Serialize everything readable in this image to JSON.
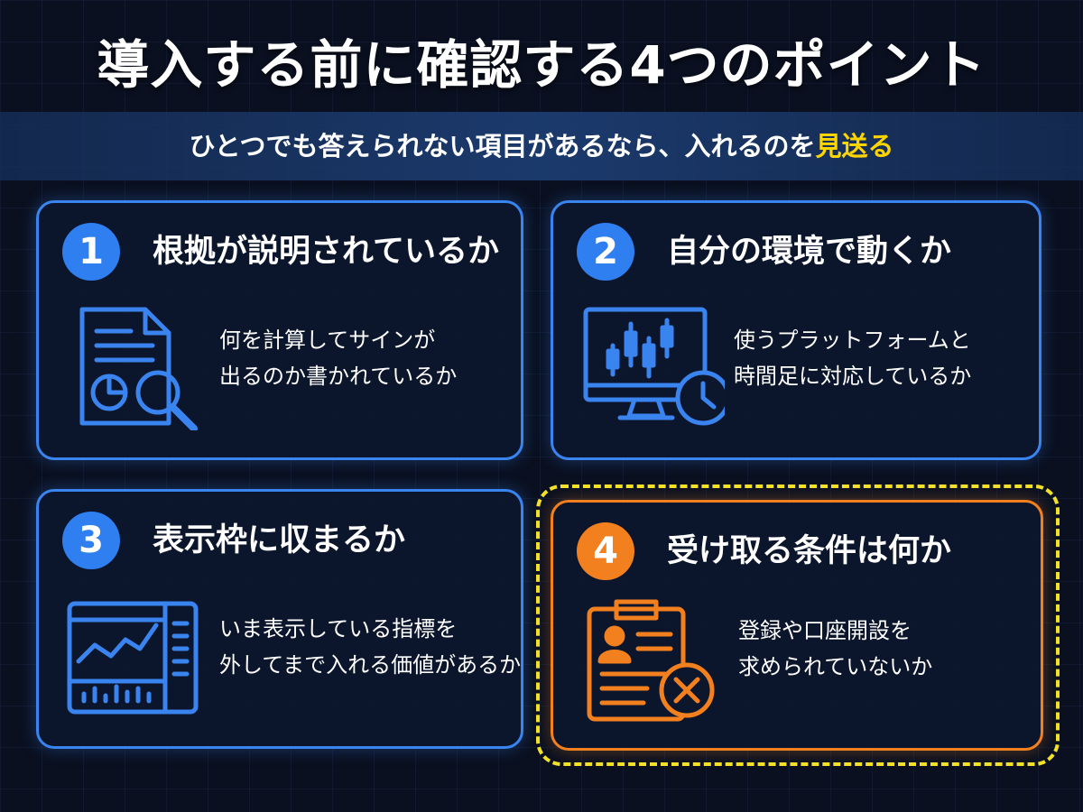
{
  "title": "導入する前に確認する4つのポイント",
  "subtitle": {
    "text": "ひとつでも答えられない項目があるなら、入れるのを",
    "highlight": "見送る"
  },
  "colors": {
    "background": "#0a1020",
    "blue": "#3a84f0",
    "orange": "#f3801e",
    "yellow": "#ffd500"
  },
  "points": [
    {
      "number": "1",
      "heading": "根拠が説明されているか",
      "lines": [
        "何を計算してサインが",
        "出るのか書かれているか"
      ],
      "icon": "document-chart-search-icon"
    },
    {
      "number": "2",
      "heading": "自分の環境で動くか",
      "lines": [
        "使うプラットフォームと",
        "時間足に対応しているか"
      ],
      "icon": "monitor-candlestick-clock-icon"
    },
    {
      "number": "3",
      "heading": "表示枠に収まるか",
      "lines": [
        "いま表示している指標を",
        "外してまで入れる価値があるか"
      ],
      "icon": "chart-panel-icon"
    },
    {
      "number": "4",
      "heading": "受け取る条件は何か",
      "lines": [
        "登録や口座開設を",
        "求められていないか"
      ],
      "icon": "clipboard-reject-icon"
    }
  ]
}
